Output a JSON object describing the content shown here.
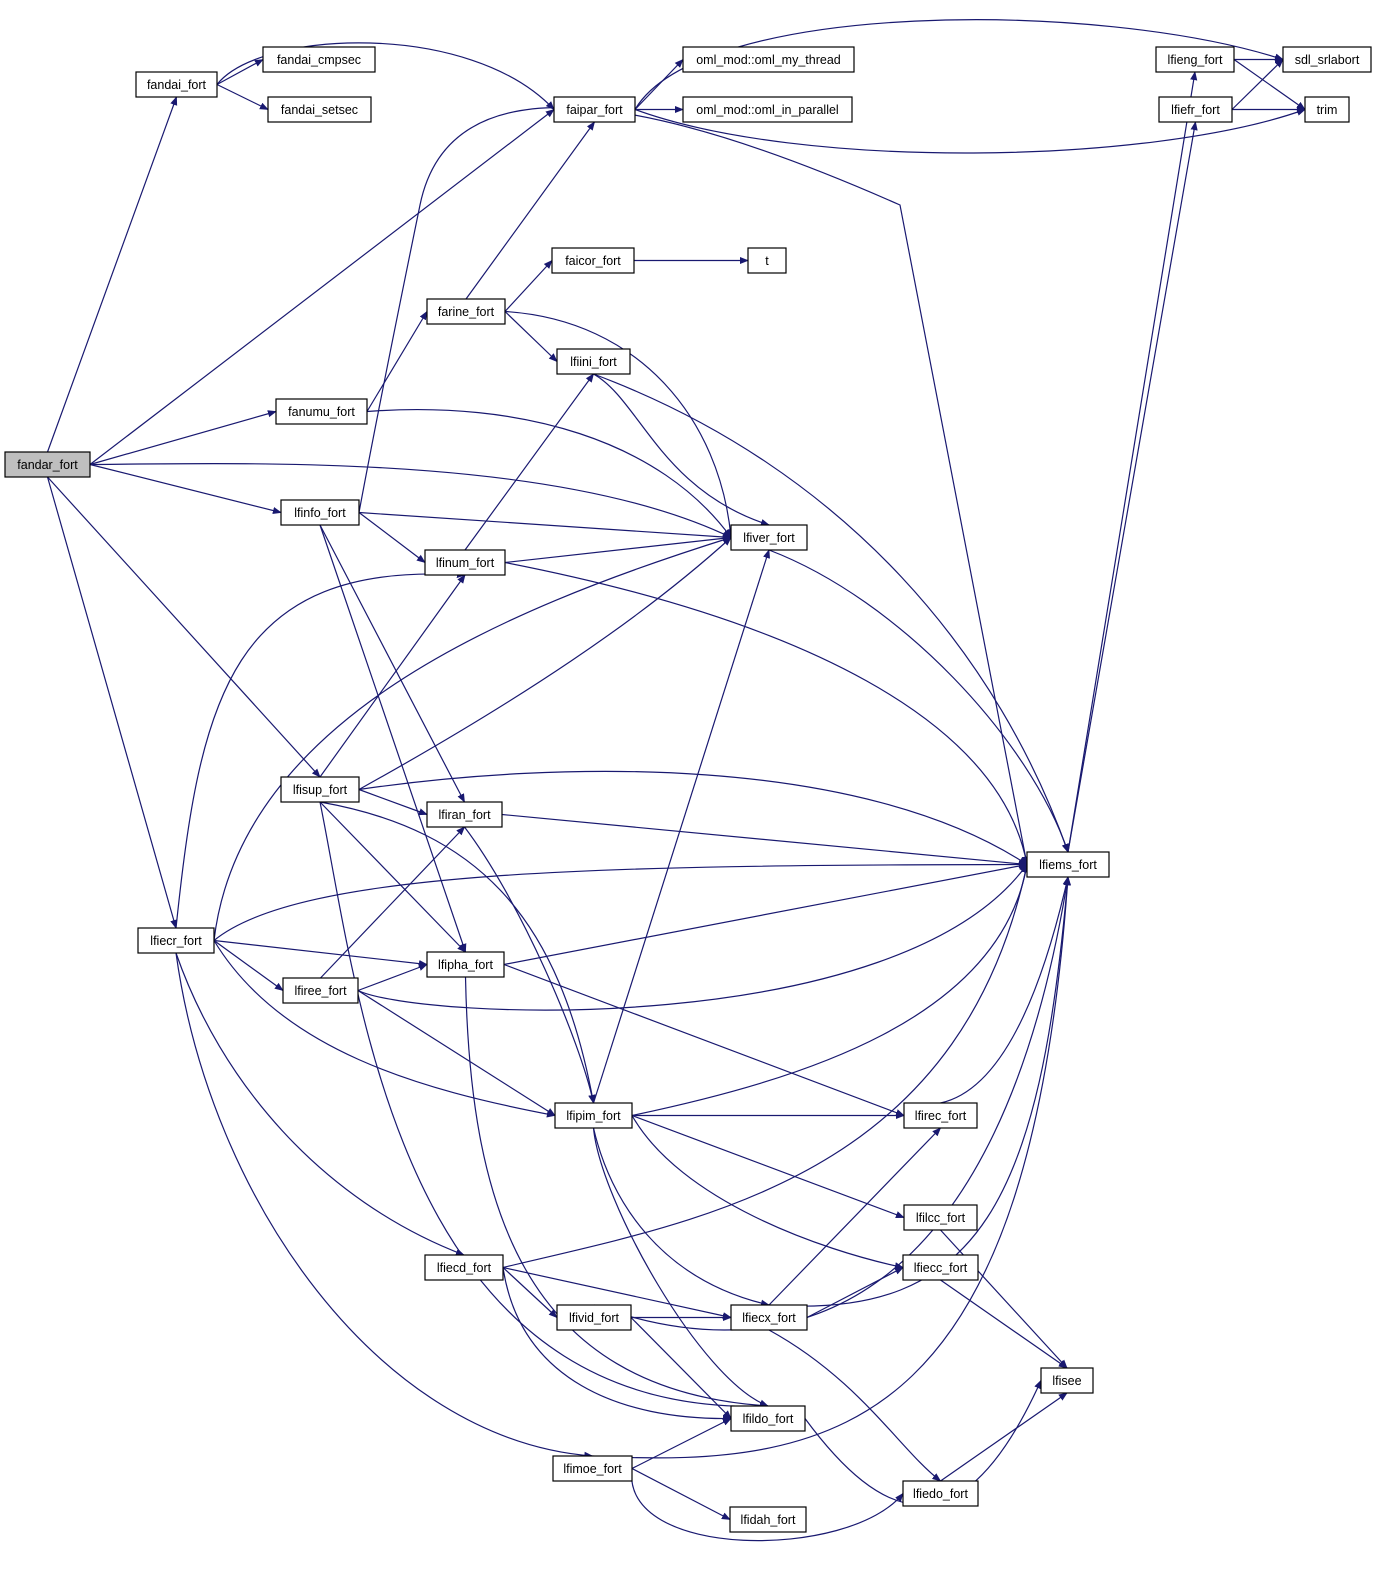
{
  "graph": {
    "title": "",
    "edge_color": "#191970",
    "root_fill": "#bfbfbf",
    "nodes": [
      {
        "id": "fandar_fort",
        "label": "fandar_fort",
        "root": true
      },
      {
        "id": "fandai_fort",
        "label": "fandai_fort"
      },
      {
        "id": "fandai_cmpsec",
        "label": "fandai_cmpsec"
      },
      {
        "id": "fandai_setsec",
        "label": "fandai_setsec"
      },
      {
        "id": "faipar_fort",
        "label": "faipar_fort"
      },
      {
        "id": "oml_my_thread",
        "label": "oml_mod::oml_my_thread"
      },
      {
        "id": "oml_in_parallel",
        "label": "oml_mod::oml_in_parallel"
      },
      {
        "id": "lfieng_fort",
        "label": "lfieng_fort"
      },
      {
        "id": "sdl_srlabort",
        "label": "sdl_srlabort"
      },
      {
        "id": "lfiefr_fort",
        "label": "lfiefr_fort"
      },
      {
        "id": "trim",
        "label": "trim"
      },
      {
        "id": "faicor_fort",
        "label": "faicor_fort"
      },
      {
        "id": "t",
        "label": "t"
      },
      {
        "id": "farine_fort",
        "label": "farine_fort"
      },
      {
        "id": "lfiini_fort",
        "label": "lfiini_fort"
      },
      {
        "id": "fanumu_fort",
        "label": "fanumu_fort"
      },
      {
        "id": "lfinfo_fort",
        "label": "lfinfo_fort"
      },
      {
        "id": "lfiver_fort",
        "label": "lfiver_fort"
      },
      {
        "id": "lfinum_fort",
        "label": "lfinum_fort"
      },
      {
        "id": "lfisup_fort",
        "label": "lfisup_fort"
      },
      {
        "id": "lfiran_fort",
        "label": "lfiran_fort"
      },
      {
        "id": "lfiems_fort",
        "label": "lfiems_fort"
      },
      {
        "id": "lfiecr_fort",
        "label": "lfiecr_fort"
      },
      {
        "id": "lfipha_fort",
        "label": "lfipha_fort"
      },
      {
        "id": "lfiree_fort",
        "label": "lfiree_fort"
      },
      {
        "id": "lfipim_fort",
        "label": "lfipim_fort"
      },
      {
        "id": "lfirec_fort",
        "label": "lfirec_fort"
      },
      {
        "id": "lfilcc_fort",
        "label": "lfilcc_fort"
      },
      {
        "id": "lfiecd_fort",
        "label": "lfiecd_fort"
      },
      {
        "id": "lfiecc_fort",
        "label": "lfiecc_fort"
      },
      {
        "id": "lfivid_fort",
        "label": "lfivid_fort"
      },
      {
        "id": "lfiecx_fort",
        "label": "lfiecx_fort"
      },
      {
        "id": "lfisee",
        "label": "lfisee"
      },
      {
        "id": "lfildo_fort",
        "label": "lfildo_fort"
      },
      {
        "id": "lfimoe_fort",
        "label": "lfimoe_fort"
      },
      {
        "id": "lfiedo_fort",
        "label": "lfiedo_fort"
      },
      {
        "id": "lfidah_fort",
        "label": "lfidah_fort"
      }
    ],
    "edges": [
      [
        "fandar_fort",
        "fandai_fort"
      ],
      [
        "fandar_fort",
        "faipar_fort"
      ],
      [
        "fandar_fort",
        "fanumu_fort"
      ],
      [
        "fandar_fort",
        "lfiver_fort"
      ],
      [
        "fandar_fort",
        "lfinfo_fort"
      ],
      [
        "fandar_fort",
        "lfisup_fort"
      ],
      [
        "fandar_fort",
        "lfiecr_fort"
      ],
      [
        "fandai_fort",
        "fandai_cmpsec"
      ],
      [
        "fandai_fort",
        "fandai_setsec"
      ],
      [
        "fandai_fort",
        "faipar_fort"
      ],
      [
        "faipar_fort",
        "oml_my_thread"
      ],
      [
        "faipar_fort",
        "oml_in_parallel"
      ],
      [
        "faipar_fort",
        "sdl_srlabort"
      ],
      [
        "faipar_fort",
        "trim"
      ],
      [
        "lfieng_fort",
        "sdl_srlabort"
      ],
      [
        "lfieng_fort",
        "trim"
      ],
      [
        "lfiefr_fort",
        "sdl_srlabort"
      ],
      [
        "lfiefr_fort",
        "trim"
      ],
      [
        "faicor_fort",
        "t"
      ],
      [
        "farine_fort",
        "faipar_fort"
      ],
      [
        "farine_fort",
        "faicor_fort"
      ],
      [
        "farine_fort",
        "lfiini_fort"
      ],
      [
        "farine_fort",
        "lfiver_fort"
      ],
      [
        "lfiini_fort",
        "lfiver_fort"
      ],
      [
        "lfiini_fort",
        "lfiems_fort"
      ],
      [
        "fanumu_fort",
        "farine_fort"
      ],
      [
        "fanumu_fort",
        "lfiver_fort"
      ],
      [
        "lfinfo_fort",
        "lfiver_fort"
      ],
      [
        "lfinfo_fort",
        "lfinum_fort"
      ],
      [
        "lfinfo_fort",
        "lfiems_fort"
      ],
      [
        "lfinfo_fort",
        "lfiran_fort"
      ],
      [
        "lfinfo_fort",
        "lfipha_fort"
      ],
      [
        "lfinum_fort",
        "lfiini_fort"
      ],
      [
        "lfinum_fort",
        "lfiver_fort"
      ],
      [
        "lfinum_fort",
        "lfiems_fort"
      ],
      [
        "lfiver_fort",
        "lfiems_fort"
      ],
      [
        "lfisup_fort",
        "lfinum_fort"
      ],
      [
        "lfisup_fort",
        "lfiver_fort"
      ],
      [
        "lfisup_fort",
        "lfiran_fort"
      ],
      [
        "lfisup_fort",
        "lfiems_fort"
      ],
      [
        "lfisup_fort",
        "lfipha_fort"
      ],
      [
        "lfisup_fort",
        "lfipim_fort"
      ],
      [
        "lfisup_fort",
        "lfildo_fort"
      ],
      [
        "lfiran_fort",
        "lfiems_fort"
      ],
      [
        "lfiran_fort",
        "lfipim_fort"
      ],
      [
        "lfiems_fort",
        "lfieng_fort"
      ],
      [
        "lfiems_fort",
        "lfiefr_fort"
      ],
      [
        "lfiecr_fort",
        "lfinum_fort"
      ],
      [
        "lfiecr_fort",
        "lfiver_fort"
      ],
      [
        "lfiecr_fort",
        "lfiems_fort"
      ],
      [
        "lfiecr_fort",
        "lfipha_fort"
      ],
      [
        "lfiecr_fort",
        "lfiree_fort"
      ],
      [
        "lfiecr_fort",
        "lfipim_fort"
      ],
      [
        "lfiecr_fort",
        "lfiecd_fort"
      ],
      [
        "lfiecr_fort",
        "lfimoe_fort"
      ],
      [
        "lfipha_fort",
        "lfiems_fort"
      ],
      [
        "lfipha_fort",
        "lfirec_fort"
      ],
      [
        "lfipha_fort",
        "lfildo_fort"
      ],
      [
        "lfiree_fort",
        "lfiran_fort"
      ],
      [
        "lfiree_fort",
        "lfipha_fort"
      ],
      [
        "lfiree_fort",
        "lfiems_fort"
      ],
      [
        "lfiree_fort",
        "lfipim_fort"
      ],
      [
        "lfipim_fort",
        "lfiver_fort"
      ],
      [
        "lfipim_fort",
        "lfiems_fort"
      ],
      [
        "lfipim_fort",
        "lfirec_fort"
      ],
      [
        "lfipim_fort",
        "lfilcc_fort"
      ],
      [
        "lfipim_fort",
        "lfiecc_fort"
      ],
      [
        "lfipim_fort",
        "lfiecx_fort"
      ],
      [
        "lfipim_fort",
        "lfildo_fort"
      ],
      [
        "lfirec_fort",
        "lfiems_fort"
      ],
      [
        "lfilcc_fort",
        "lfisee"
      ],
      [
        "lfiecc_fort",
        "lfisee"
      ],
      [
        "lfiecd_fort",
        "lfiems_fort"
      ],
      [
        "lfiecd_fort",
        "lfivid_fort"
      ],
      [
        "lfiecd_fort",
        "lfiecx_fort"
      ],
      [
        "lfiecd_fort",
        "lfildo_fort"
      ],
      [
        "lfivid_fort",
        "lfiecx_fort"
      ],
      [
        "lfivid_fort",
        "lfildo_fort"
      ],
      [
        "lfivid_fort",
        "lfiems_fort"
      ],
      [
        "lfiecx_fort",
        "lfirec_fort"
      ],
      [
        "lfiecx_fort",
        "lfiecc_fort"
      ],
      [
        "lfiecx_fort",
        "lfiems_fort"
      ],
      [
        "lfiecx_fort",
        "lfiedo_fort"
      ],
      [
        "lfildo_fort",
        "lfisee"
      ],
      [
        "lfimoe_fort",
        "lfildo_fort"
      ],
      [
        "lfimoe_fort",
        "lfiems_fort"
      ],
      [
        "lfimoe_fort",
        "lfidah_fort"
      ],
      [
        "lfimoe_fort",
        "lfiedo_fort"
      ],
      [
        "lfiedo_fort",
        "lfisee"
      ]
    ]
  }
}
